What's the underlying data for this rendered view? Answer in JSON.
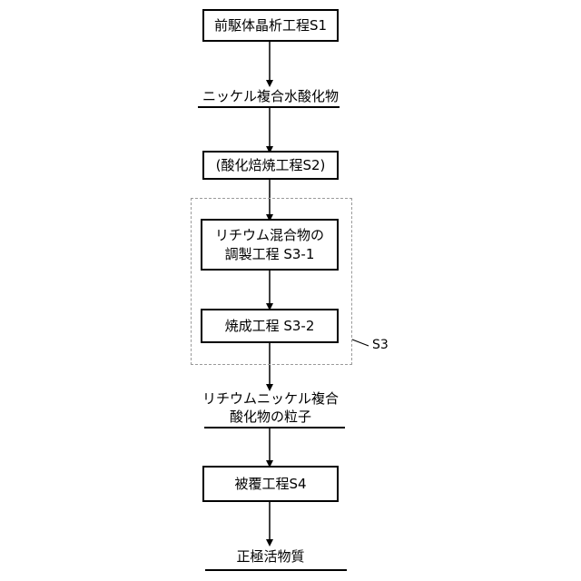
{
  "steps": {
    "s1": "前駆体晶析工程S1",
    "s2": "(酸化焙焼工程S2)",
    "s3_1_line1": "リチウム混合物の",
    "s3_1_line2": "調製工程 S3-1",
    "s3_2": "焼成工程 S3-2",
    "s4": "被覆工程S4"
  },
  "products": {
    "nickel_hydroxide": "ニッケル複合水酸化物",
    "lithium_nickel_line1": "リチウムニッケル複合",
    "lithium_nickel_line2": "酸化物の粒子",
    "cathode_material": "正極活物質"
  },
  "group_label": "S3"
}
